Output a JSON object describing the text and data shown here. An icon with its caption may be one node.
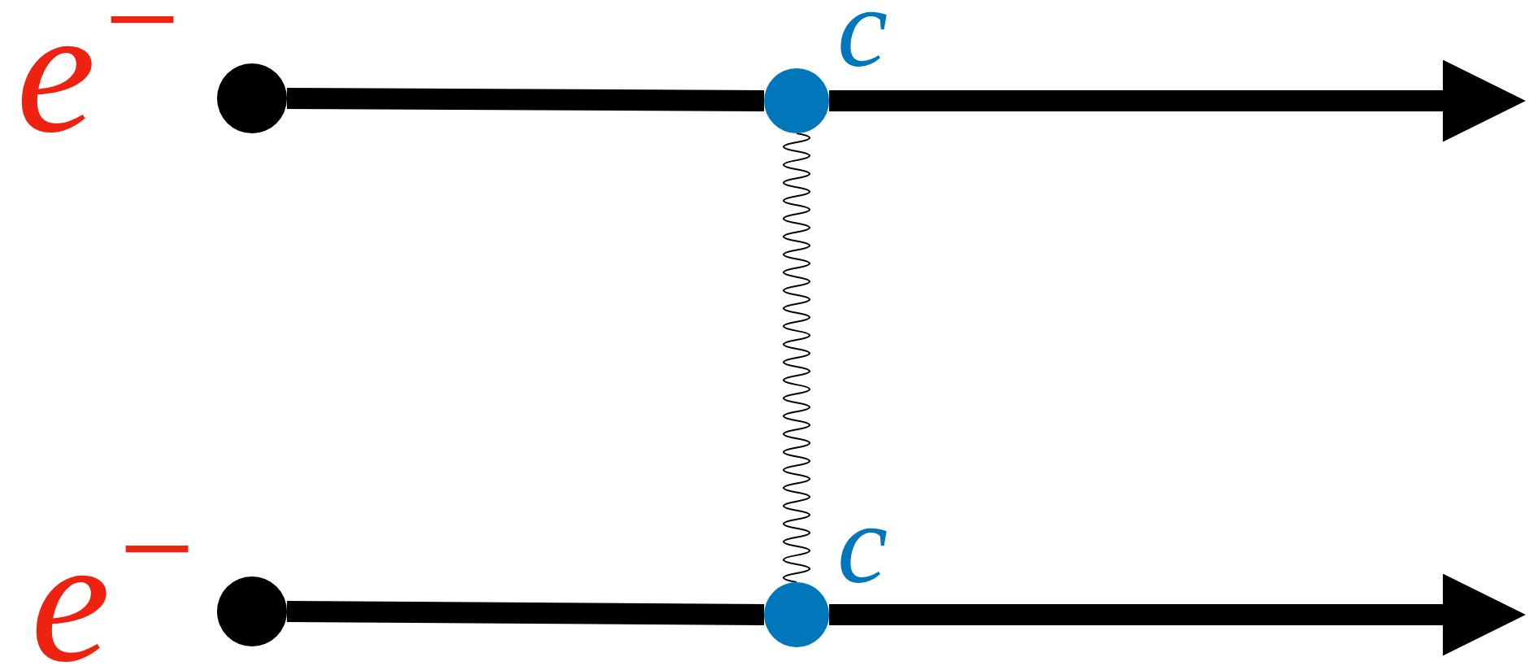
{
  "diagram": {
    "nodes": [
      {
        "text": [],
        "shape": "circle",
        "beside": [
          "e$^{−}$"
        ]
      },
      {
        "text": [],
        "shape": "circle",
        "beside": [
          "c"
        ]
      },
      {
        "text": [],
        "shape": "circle",
        "beside": [
          "e$^{−}$"
        ]
      },
      {
        "text": [],
        "shape": "circle",
        "beside": [
          "c"
        ]
      }
    ],
    "edges": [
      {
        "from": 0,
        "to": 1,
        "arrow": "none"
      },
      {
        "from": 1,
        "to": null,
        "arrow": "to"
      },
      {
        "from": 1,
        "to": 3,
        "arrow": "none"
      },
      {
        "from": 2,
        "to": 3,
        "arrow": "none"
      },
      {
        "from": 3,
        "to": null,
        "arrow": "to"
      }
    ]
  }
}
